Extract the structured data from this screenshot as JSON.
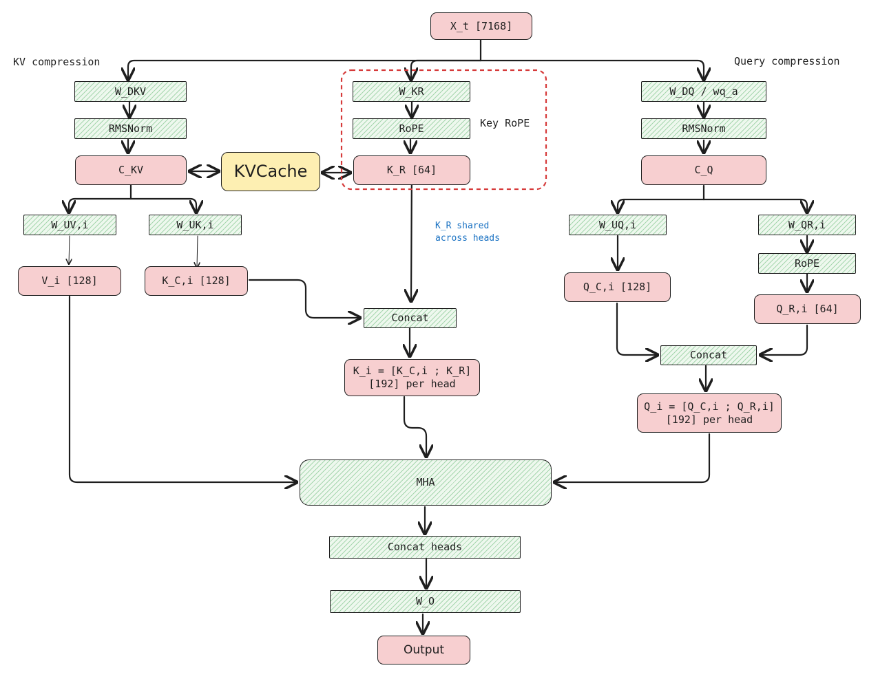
{
  "labels": {
    "kv_compression": "KV compression",
    "query_compression": "Query compression",
    "key_rope": "Key RoPE",
    "shared_note": "K_R shared\nacross heads"
  },
  "nodes": {
    "x_t": "X_t [7168]",
    "w_dkv": "W_DKV",
    "rmsnorm_kv": "RMSNorm",
    "c_kv": "C_KV",
    "kvcache": "KVCache",
    "w_kr": "W_KR",
    "rope_k": "RoPE",
    "k_r": "K_R [64]",
    "w_dq": "W_DQ / wq_a",
    "rmsnorm_q": "RMSNorm",
    "c_q": "C_Q",
    "w_uv": "W_UV,i",
    "w_uk": "W_UK,i",
    "v_i": "V_i [128]",
    "k_c": "K_C,i [128]",
    "w_uq": "W_UQ,i",
    "w_qr": "W_QR,i",
    "rope_q": "RoPE",
    "q_c": "Q_C,i [128]",
    "q_r": "Q_R,i [64]",
    "concat_k": "Concat",
    "k_i": "K_i = [K_C,i ; K_R]\n[192] per head",
    "concat_q": "Concat",
    "q_i": "Q_i = [Q_C,i ; Q_R,i]\n[192] per head",
    "mha": "MHA",
    "concat_heads": "Concat heads",
    "w_o": "W_O",
    "output": "Output"
  },
  "colors": {
    "tensor_fill": "#f7cfd0",
    "op_fill": "#eef8ee",
    "op_hatch": "#2f9e44",
    "cache_fill": "#fdefb2",
    "rope_group_border": "#d63a3a",
    "note": "#1971c2",
    "stroke": "#1e1e1e"
  }
}
